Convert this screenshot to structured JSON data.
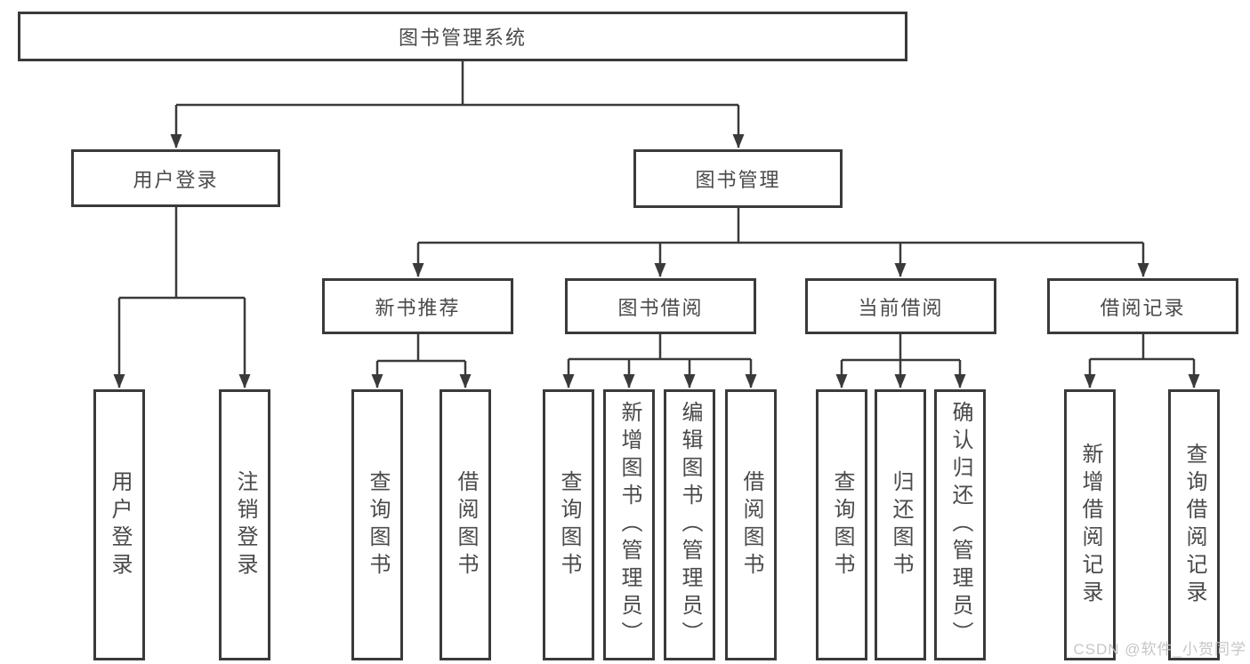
{
  "tree": {
    "root": "图书管理系统",
    "level2": [
      "用户登录",
      "图书管理"
    ],
    "level3": [
      "新书推荐",
      "图书借阅",
      "当前借阅",
      "借阅记录"
    ],
    "leaves_user_login": [
      "用户登录",
      "注销登录"
    ],
    "leaves_new_book": [
      "查询图书",
      "借阅图书"
    ],
    "leaves_book_borrow": [
      "查询图书",
      "新增图书（管理员）",
      "编辑图书（管理员）",
      "借阅图书"
    ],
    "leaves_current_borrow": [
      "查询图书",
      "归还图书",
      "确认归还（管理员）"
    ],
    "leaves_borrow_records": [
      "新增借阅记录",
      "查询借阅记录"
    ]
  },
  "watermark": "CSDN @软件_小贺同学",
  "colors": {
    "line": "#3a3a3a",
    "text": "#4a4a4a",
    "watermark": "#c3c3c3"
  }
}
